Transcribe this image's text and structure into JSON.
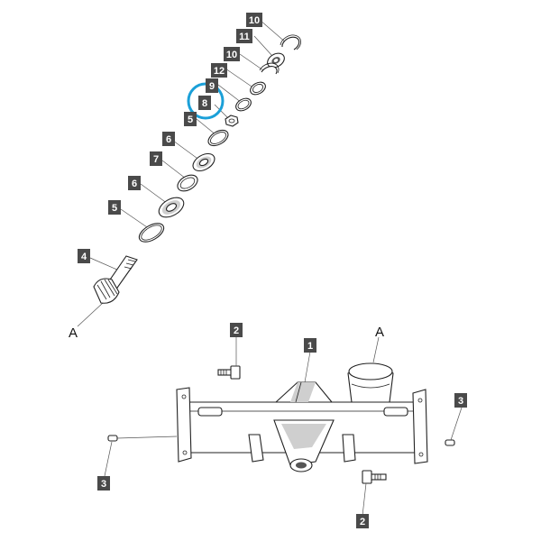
{
  "callouts": {
    "c10a": "10",
    "c11": "11",
    "c10b": "10",
    "c12": "12",
    "c9": "9",
    "c8": "8",
    "c5a": "5",
    "c6a": "6",
    "c7": "7",
    "c6b": "6",
    "c5b": "5",
    "c4": "4",
    "c2a": "2",
    "c1": "1",
    "c3a": "3",
    "c3b": "3",
    "c2b": "2"
  },
  "refs": {
    "a_pinion": "A",
    "a_housing": "A"
  },
  "colors": {
    "callout_bg": "#4a4a4a",
    "callout_text": "#ffffff",
    "highlight": "#1ba0d8"
  }
}
